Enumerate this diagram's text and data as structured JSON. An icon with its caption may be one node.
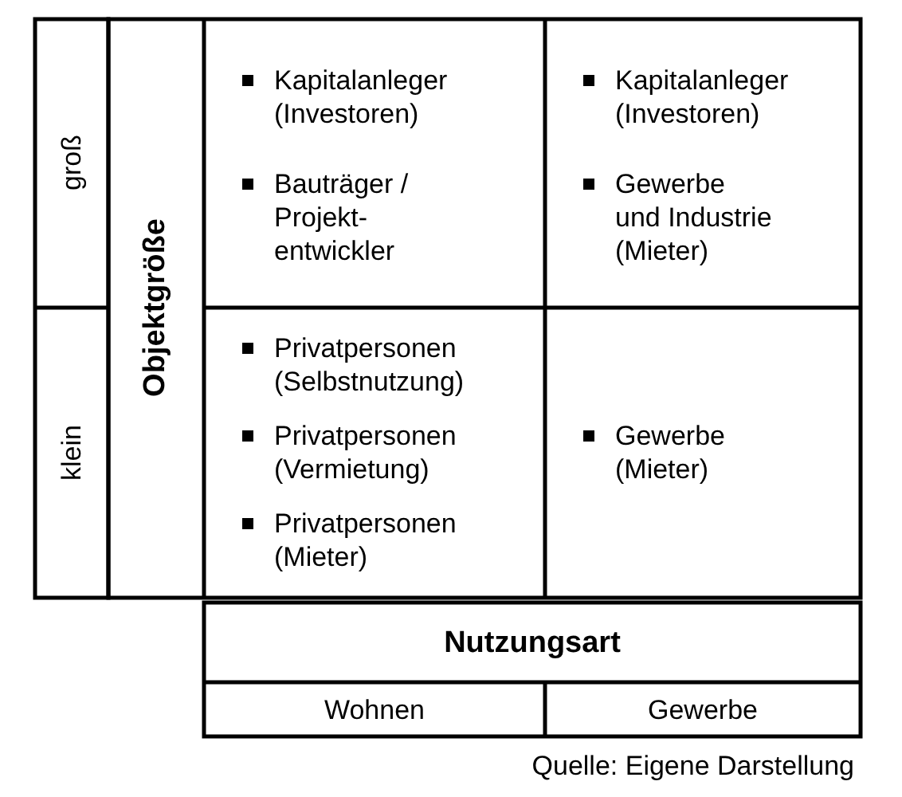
{
  "diagram": {
    "caption": "Quelle: Eigene Darstellung",
    "labels": [
      "groß",
      "Objektgröße",
      "Kapitalanleger (Investoren)",
      "Bauträger / Projekt-entwickler",
      "Kapitalanleger (Investoren)",
      "Gewerbe und Industrie (Mieter)",
      "klein",
      "Privatpersonen (Selbstnutzung)",
      "Privatpersonen (Vermietung)",
      "Privatpersonen (Mieter)",
      "Gewerbe (Mieter)",
      "Nutzungsart",
      "Wohnen",
      "Gewerbe"
    ]
  }
}
